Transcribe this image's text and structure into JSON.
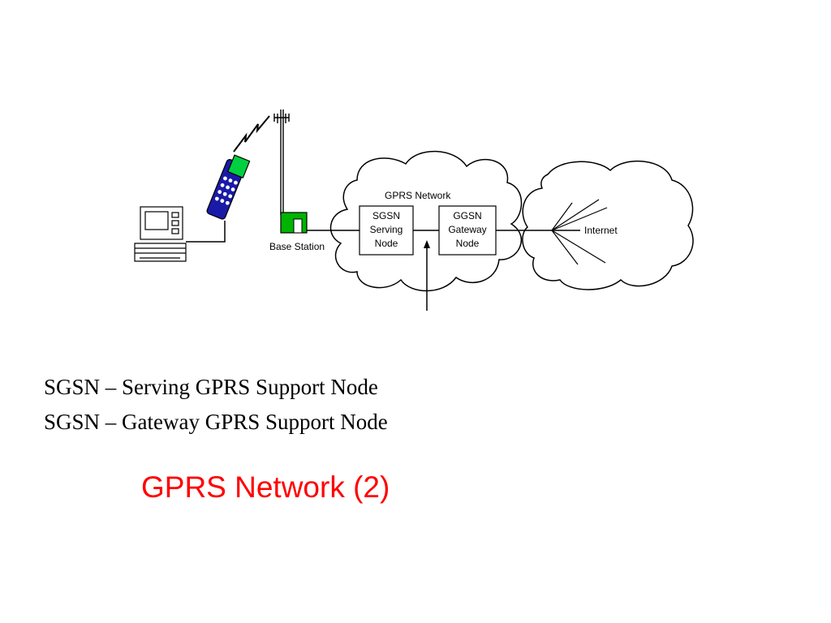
{
  "diagram": {
    "cloud_label": "GPRS Network",
    "base_station_label": "Base Station",
    "sgsn_box": [
      "SGSN",
      "Serving",
      "Node"
    ],
    "ggsn_box": [
      "GGSN",
      "Gateway",
      "Node"
    ],
    "internet_label": "Internet",
    "colors": {
      "phone_body": "#1a1aa8",
      "phone_screen": "#00d040",
      "base_station_box": "#00b400"
    },
    "icons": [
      "laptop-icon",
      "mobile-phone-icon",
      "radio-signal-icon",
      "antenna-tower-icon",
      "base-station-box-icon"
    ]
  },
  "definitions": [
    "SGSN – Serving GPRS Support Node",
    "SGSN – Gateway GPRS Support Node"
  ],
  "slide_title": "GPRS Network (2)",
  "title_color": "#ff0000"
}
